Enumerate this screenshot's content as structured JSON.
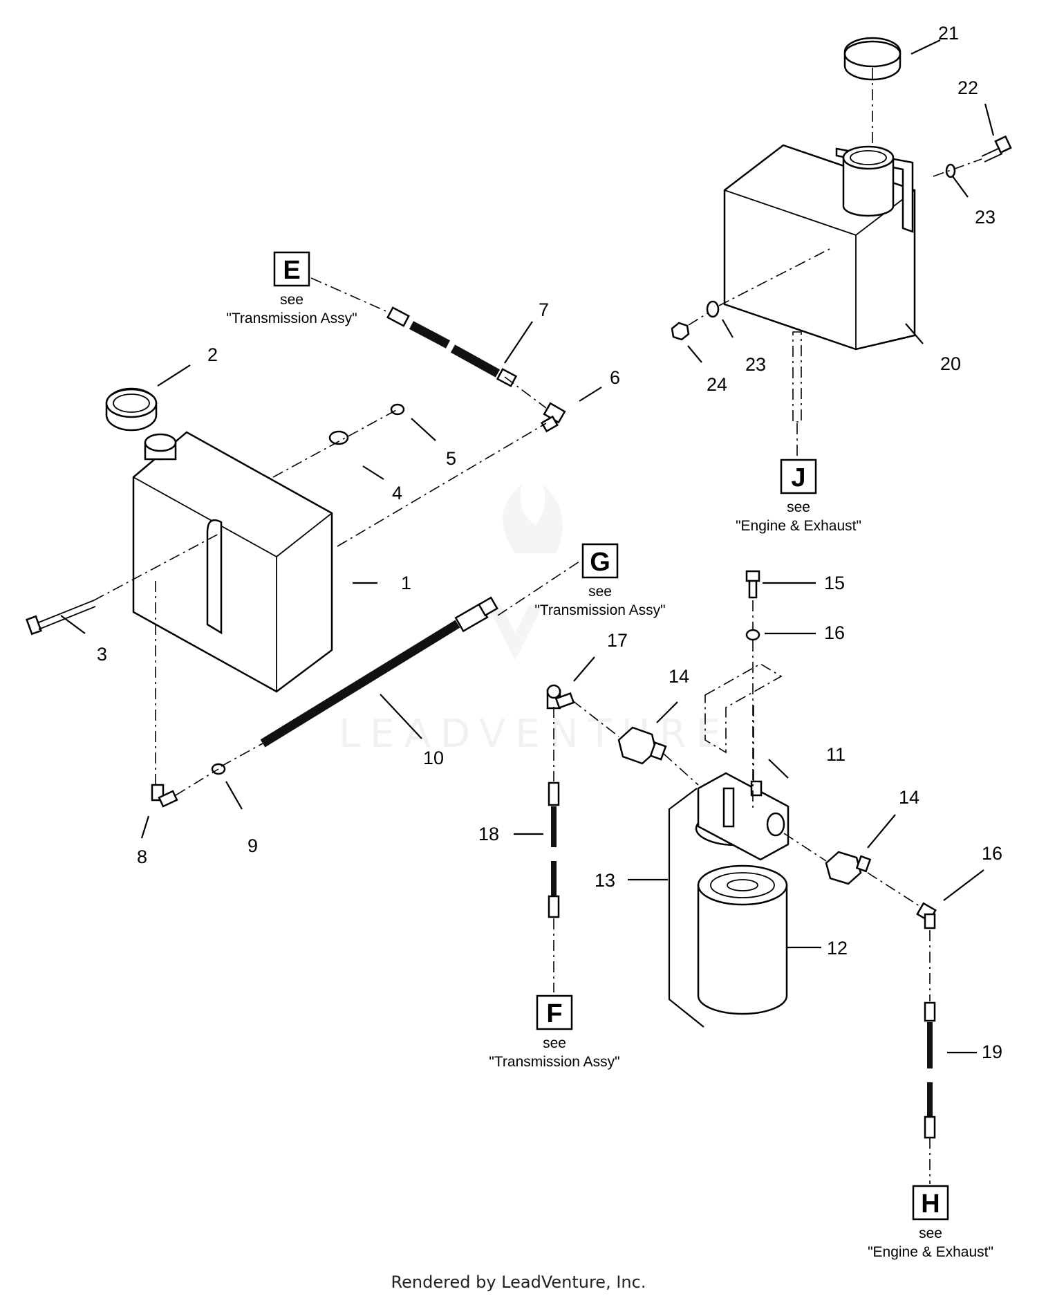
{
  "diagram": {
    "part_numbers": [
      "1",
      "2",
      "3",
      "4",
      "5",
      "6",
      "7",
      "8",
      "9",
      "10",
      "11",
      "12",
      "13",
      "14",
      "14",
      "15",
      "16",
      "16",
      "17",
      "18",
      "19",
      "20",
      "21",
      "22",
      "23",
      "23",
      "24"
    ],
    "callouts": {
      "E": {
        "letter": "E",
        "see": "see",
        "ref": "\"Transmission Assy\""
      },
      "G": {
        "letter": "G",
        "see": "see",
        "ref": "\"Transmission Assy\""
      },
      "F": {
        "letter": "F",
        "see": "see",
        "ref": "\"Transmission Assy\""
      },
      "J": {
        "letter": "J",
        "see": "see",
        "ref": "\"Engine & Exhaust\""
      },
      "H": {
        "letter": "H",
        "see": "see",
        "ref": "\"Engine & Exhaust\""
      }
    },
    "watermark": "LEADVENTURE",
    "footer": "Rendered by LeadVenture, Inc."
  }
}
